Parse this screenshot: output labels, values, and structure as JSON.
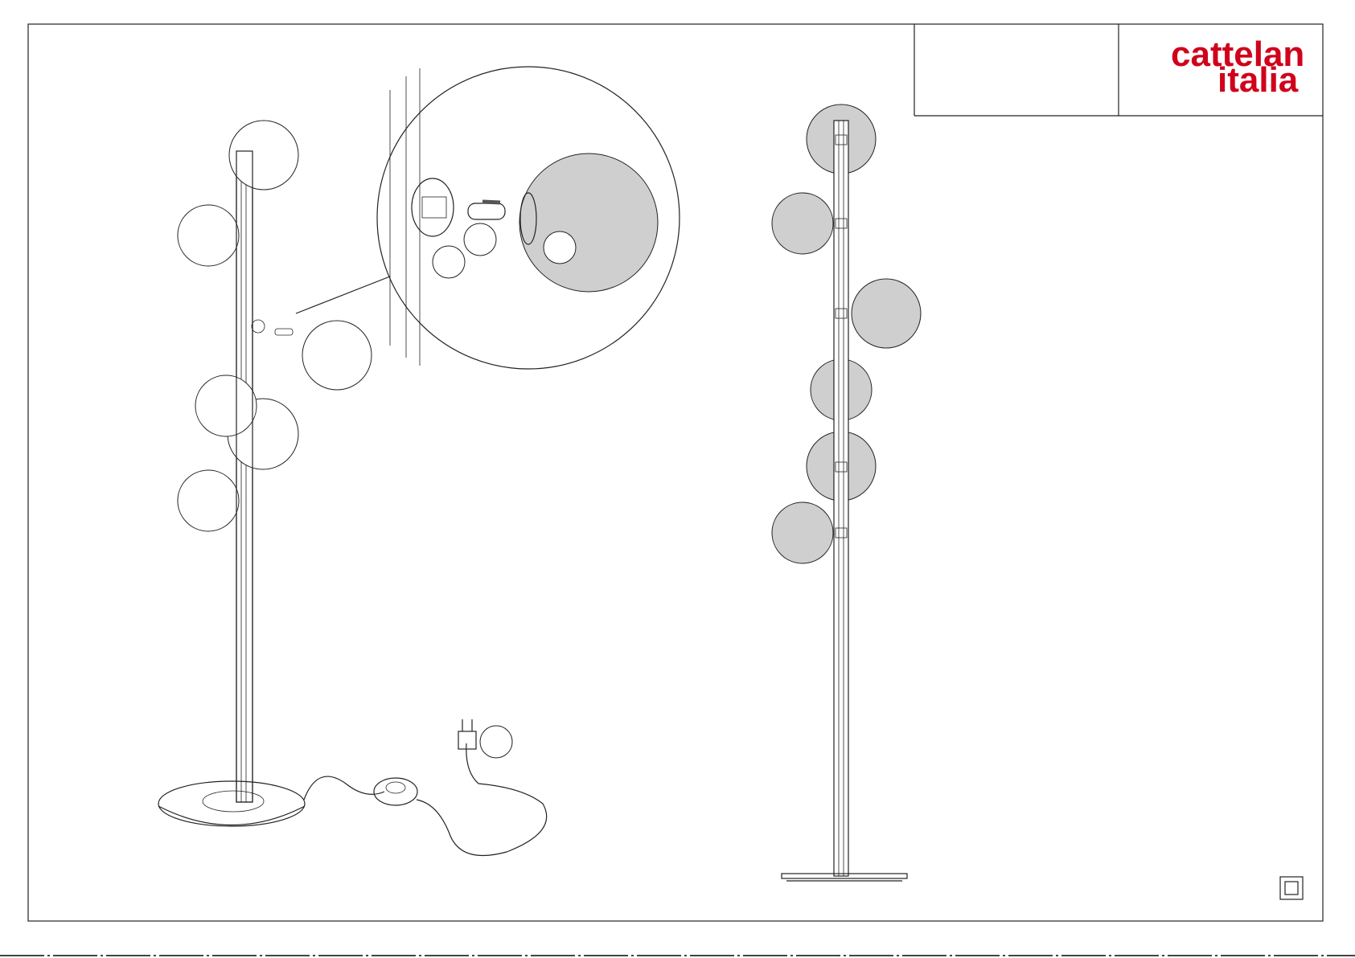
{
  "brand": {
    "name_line1": "cattelan",
    "name_line2": "italia",
    "color": "#d0021b"
  },
  "title_block": {
    "cell_1_text": ""
  },
  "callouts": {
    "count": 5
  },
  "double_insulation_symbol": "class-ii-symbol"
}
